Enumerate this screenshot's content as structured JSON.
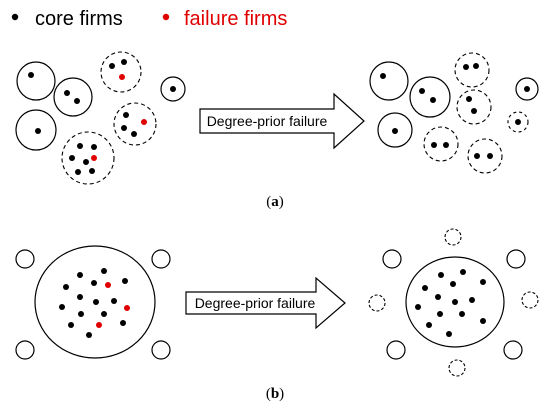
{
  "legend": {
    "core_label": "core firms",
    "failure_label": "failure firms",
    "core_color": "#000000",
    "failure_color": "#e00000"
  },
  "panel_a": {
    "arrow_label": "Degree-prior failure",
    "caption_open": "(",
    "caption_letter": "a",
    "caption_close": ")"
  },
  "panel_b": {
    "arrow_label": "Degree-prior failure",
    "caption_open": "(",
    "caption_letter": "b",
    "caption_close": ")"
  }
}
